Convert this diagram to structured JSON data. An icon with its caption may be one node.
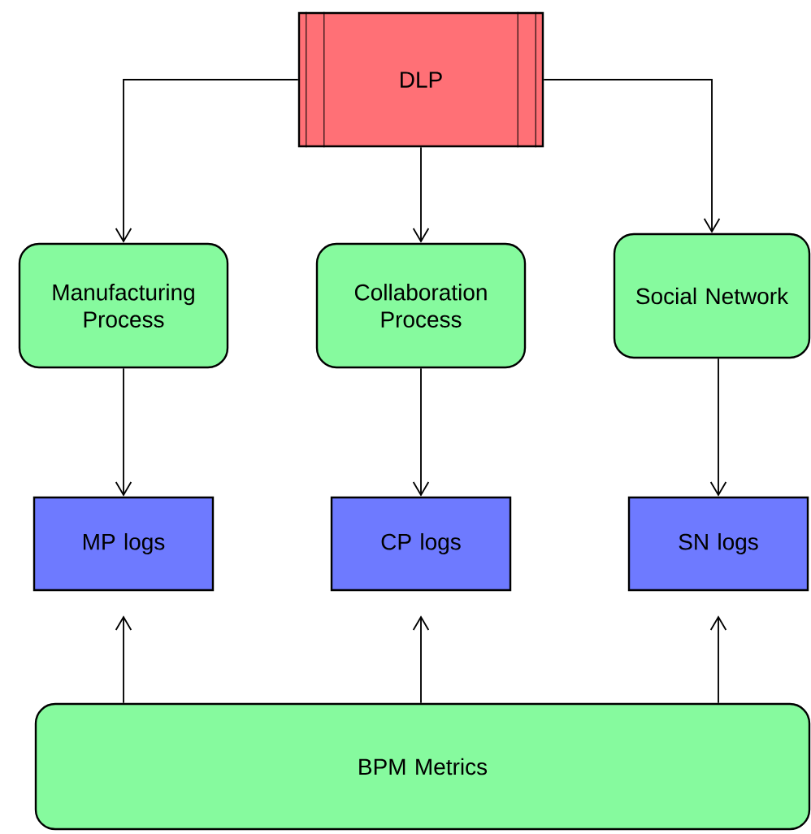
{
  "diagram": {
    "nodes": [
      {
        "text": [
          "DLP"
        ]
      },
      {
        "text": [
          "Manufacturing Process"
        ]
      },
      {
        "text": [
          "Collaboration Process"
        ]
      },
      {
        "text": [
          "Social Network"
        ]
      },
      {
        "text": [
          "MP logs"
        ]
      },
      {
        "text": [
          "CP logs"
        ]
      },
      {
        "text": [
          "SN logs"
        ]
      },
      {
        "text": [
          "BPM Metrics"
        ]
      }
    ],
    "edges": [
      {
        "from": 0,
        "to": 1,
        "arrow": "to"
      },
      {
        "from": 0,
        "to": 2,
        "arrow": "to"
      },
      {
        "from": 0,
        "to": 3,
        "arrow": "to"
      },
      {
        "from": 1,
        "to": 4,
        "arrow": "to"
      },
      {
        "from": 2,
        "to": 5,
        "arrow": "to"
      },
      {
        "from": 3,
        "to": 6,
        "arrow": "to"
      },
      {
        "from": 7,
        "to": 4,
        "arrow": "to"
      },
      {
        "from": 7,
        "to": 5,
        "arrow": "to"
      },
      {
        "from": 7,
        "to": 6,
        "arrow": "to"
      }
    ]
  }
}
